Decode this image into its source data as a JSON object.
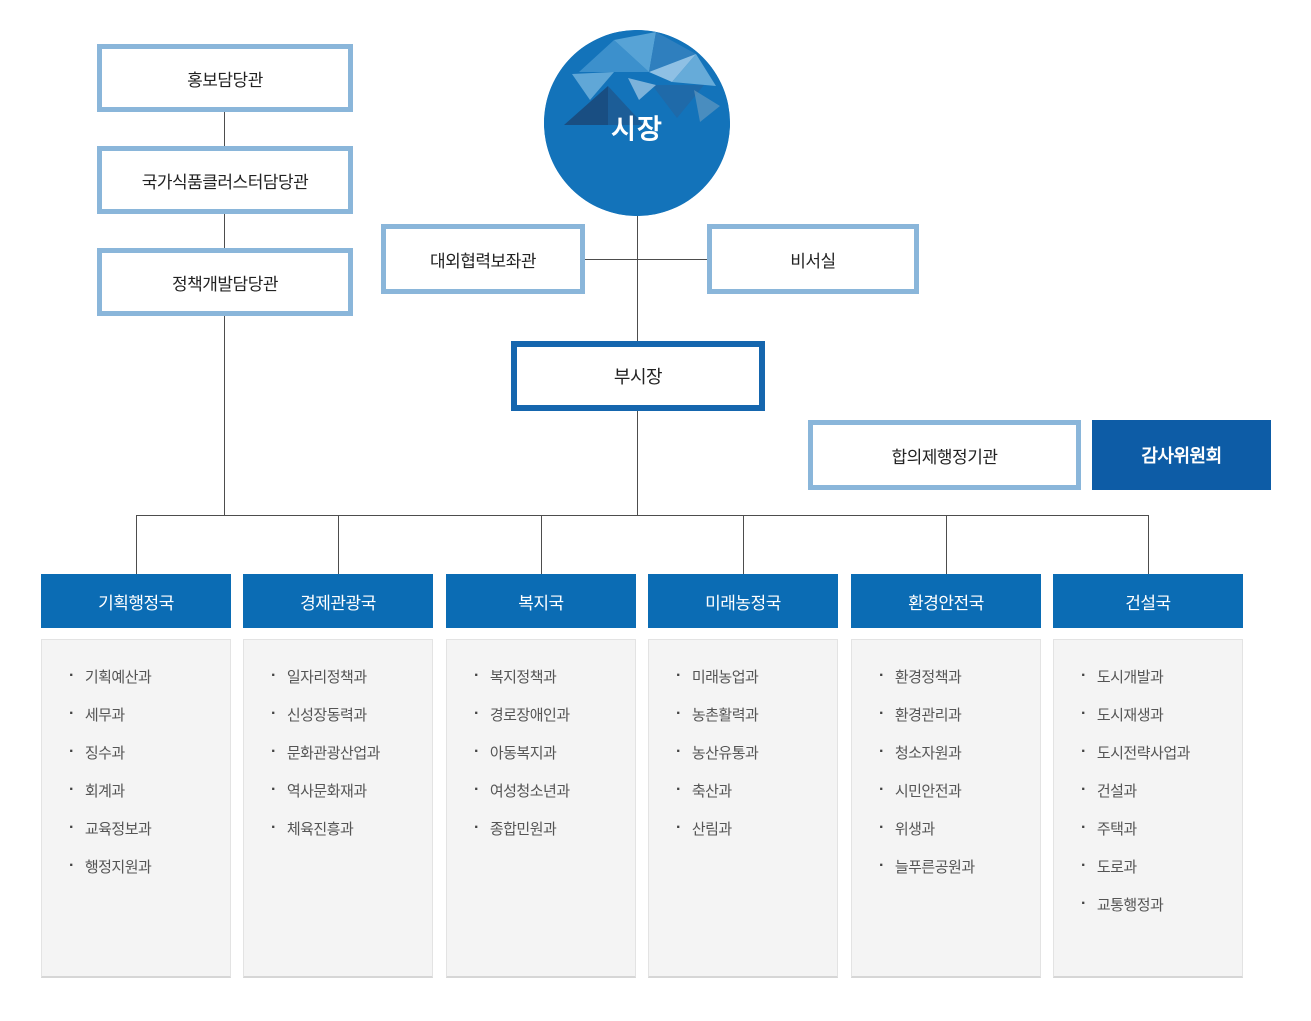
{
  "org": {
    "mayor": "시장",
    "staff_offices": [
      "홍보담당관",
      "국가식품클러스터담당관",
      "정책개발담당관"
    ],
    "aides": {
      "external_cooperation": "대외협력보좌관",
      "secretariat": "비서실"
    },
    "vice_mayor": "부시장",
    "collegial_admin_body": "합의제행정기관",
    "audit_committee": "감사위원회",
    "departments": [
      {
        "name": "기획행정국",
        "divisions": [
          "기획예산과",
          "세무과",
          "징수과",
          "회계과",
          "교육정보과",
          "행정지원과"
        ]
      },
      {
        "name": "경제관광국",
        "divisions": [
          "일자리정책과",
          "신성장동력과",
          "문화관광산업과",
          "역사문화재과",
          "체육진흥과"
        ]
      },
      {
        "name": "복지국",
        "divisions": [
          "복지정책과",
          "경로장애인과",
          "아동복지과",
          "여성청소년과",
          "종합민원과"
        ]
      },
      {
        "name": "미래농정국",
        "divisions": [
          "미래농업과",
          "농촌활력과",
          "농산유통과",
          "축산과",
          "산림과"
        ]
      },
      {
        "name": "환경안전국",
        "divisions": [
          "환경정책과",
          "환경관리과",
          "청소자원과",
          "시민안전과",
          "위생과",
          "늘푸른공원과"
        ]
      },
      {
        "name": "건설국",
        "divisions": [
          "도시개발과",
          "도시재생과",
          "도시전략사업과",
          "건설과",
          "주택과",
          "도로과",
          "교통행정과"
        ]
      }
    ]
  },
  "colors": {
    "primary_blue": "#0b6cb4",
    "audit_bg": "#0d5ca6",
    "light_border": "#8ab6da",
    "vice_mayor_border": "#1566ae",
    "mayor_circle": "#1373ba",
    "connector_line": "#4d4d4d",
    "panel_bg": "#f4f4f4",
    "division_text": "#555555"
  }
}
